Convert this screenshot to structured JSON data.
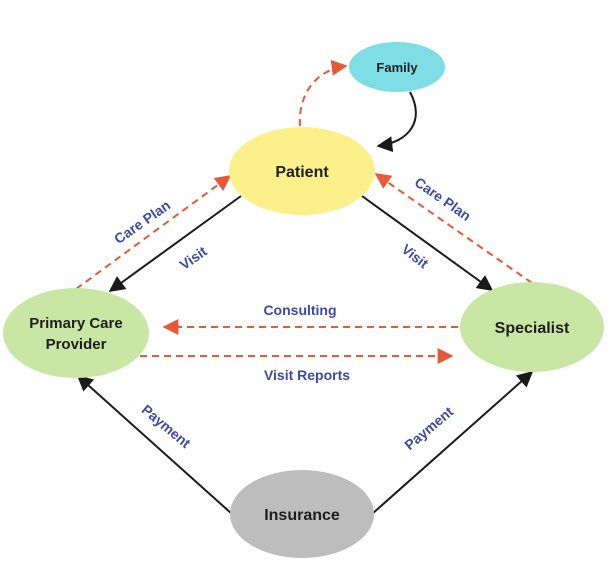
{
  "nodes": {
    "family": {
      "label": "Family",
      "color": "#7fdde6"
    },
    "patient": {
      "label": "Patient",
      "color": "#fbf08a"
    },
    "primary_care": {
      "label_line1": "Primary Care",
      "label_line2": "Provider",
      "color": "#c9e6a4"
    },
    "specialist": {
      "label": "Specialist",
      "color": "#c9e6a4"
    },
    "insurance": {
      "label": "Insurance",
      "color": "#bdbdbd"
    }
  },
  "edges": {
    "care_plan_left": "Care Plan",
    "care_plan_right": "Care Plan",
    "visit_left": "Visit",
    "visit_right": "Visit",
    "consulting": "Consulting",
    "visit_reports": "Visit Reports",
    "payment_left": "Payment",
    "payment_right": "Payment"
  },
  "colors": {
    "solid_arrow": "#1a1a1a",
    "dashed_arrow": "#e8593a",
    "edge_label": "#3a4aa8"
  }
}
